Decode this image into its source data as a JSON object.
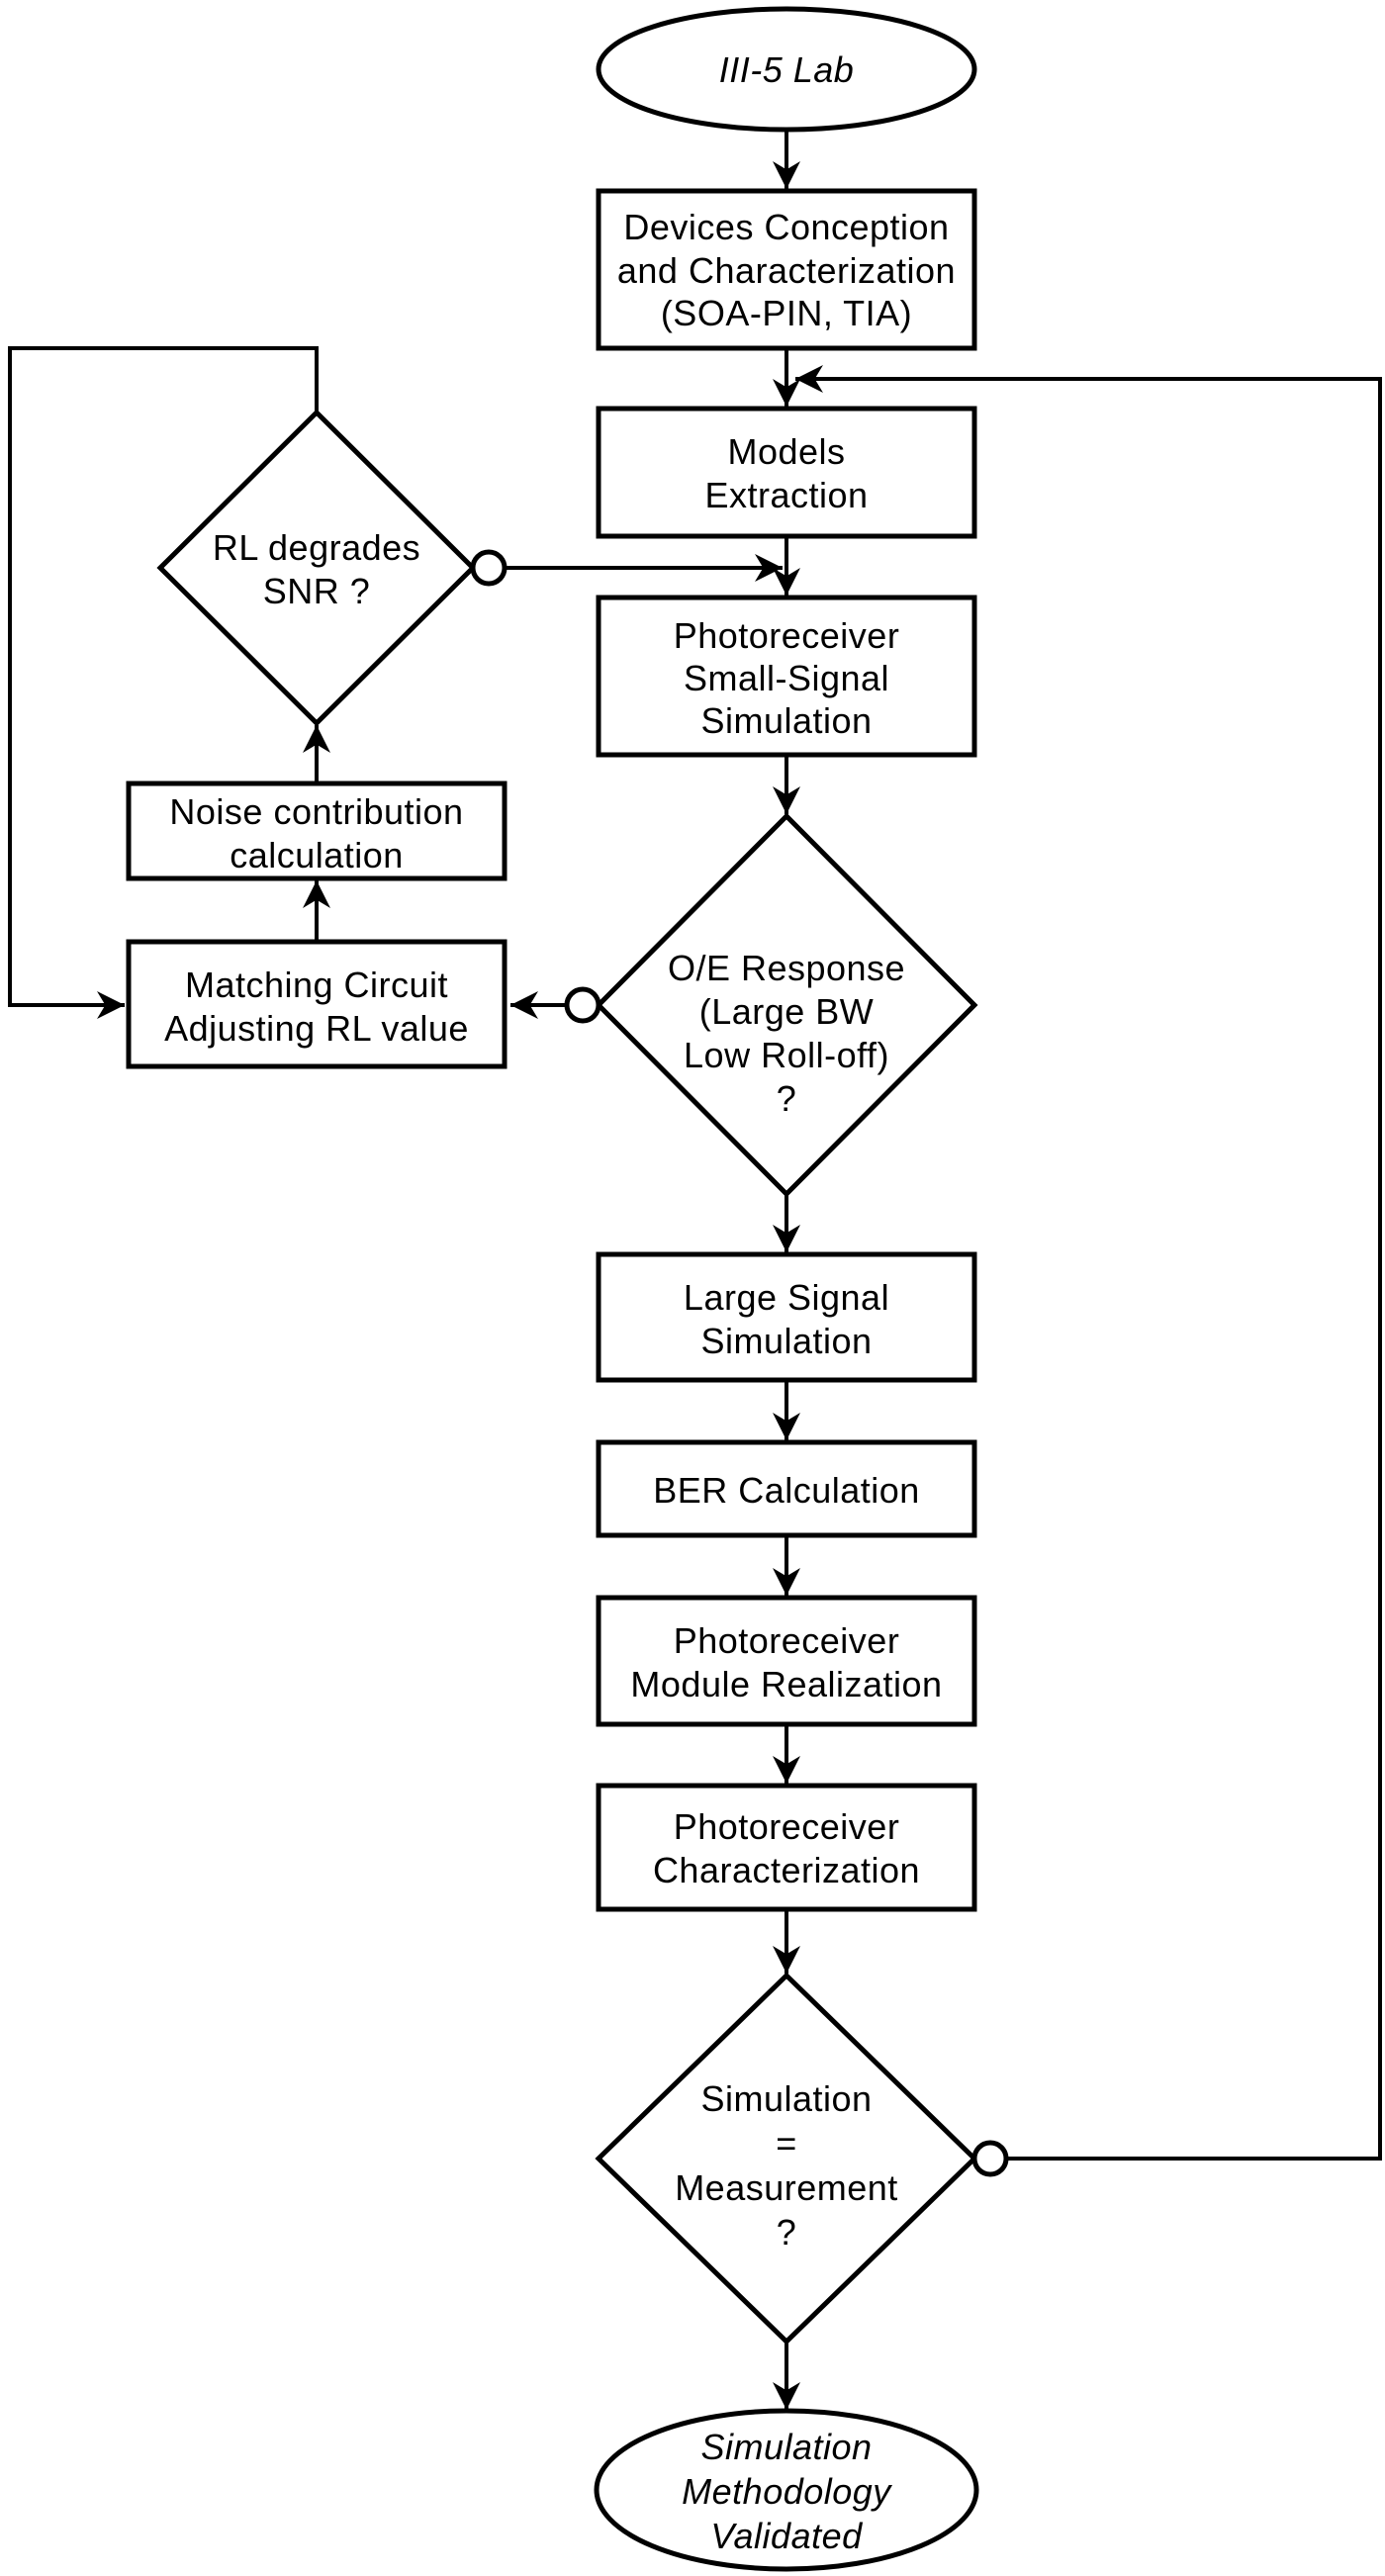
{
  "figure": {
    "type": "flowchart",
    "colors": {
      "ink": "#000000",
      "paper": "#ffffff"
    },
    "nodes": {
      "start": {
        "shape": "terminator",
        "lines": [
          "III-5 Lab"
        ]
      },
      "devices": {
        "shape": "process",
        "lines": [
          "Devices Conception",
          "and Characterization",
          "(SOA-PIN, TIA)"
        ]
      },
      "models": {
        "shape": "process",
        "lines": [
          "Models",
          "Extraction"
        ]
      },
      "rl_degrades": {
        "shape": "decision",
        "lines": [
          "RL degrades",
          "SNR ?"
        ]
      },
      "small_signal": {
        "shape": "process",
        "lines": [
          "Photoreceiver",
          "Small-Signal",
          "Simulation"
        ]
      },
      "oe_response": {
        "shape": "decision",
        "lines": [
          "O/E Response",
          "(Large BW",
          "Low Roll-off)",
          "?"
        ]
      },
      "noise": {
        "shape": "process",
        "lines": [
          "Noise contribution",
          "calculation"
        ]
      },
      "matching": {
        "shape": "process",
        "lines": [
          "Matching Circuit",
          "Adjusting RL value"
        ]
      },
      "large_signal": {
        "shape": "process",
        "lines": [
          "Large Signal",
          "Simulation"
        ]
      },
      "ber": {
        "shape": "process",
        "lines": [
          "BER Calculation"
        ]
      },
      "module_realization": {
        "shape": "process",
        "lines": [
          "Photoreceiver",
          "Module Realization"
        ]
      },
      "characterization": {
        "shape": "process",
        "lines": [
          "Photoreceiver",
          "Characterization"
        ]
      },
      "sim_eq_meas": {
        "shape": "decision",
        "lines": [
          "Simulation",
          "=",
          "Measurement",
          "?"
        ]
      },
      "end": {
        "shape": "terminator",
        "lines": [
          "Simulation",
          "Methodology",
          "Validated"
        ]
      }
    }
  }
}
